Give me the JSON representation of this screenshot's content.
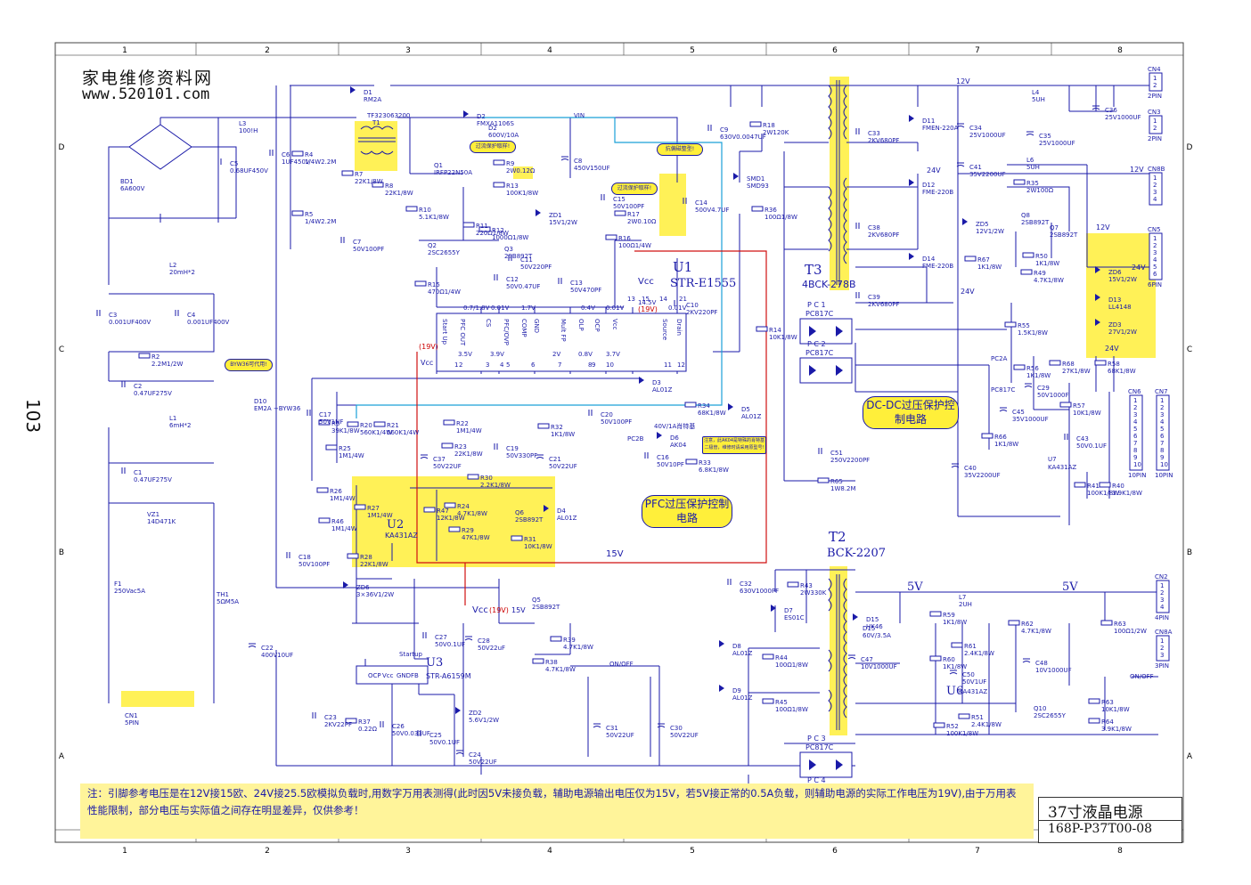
{
  "brand": {
    "name": "家电维修资料网",
    "url": "www.520101.com"
  },
  "page_number": "103",
  "frame": {
    "col_labels": [
      "1",
      "2",
      "3",
      "4",
      "5",
      "6",
      "7",
      "8"
    ],
    "row_labels": [
      "D",
      "C",
      "B",
      "A"
    ]
  },
  "title_block": {
    "title": "37寸液晶电源",
    "code": "168P-P37T00-08"
  },
  "note": "注：引脚参考电压是在12V接15欧、24V接25.5欧模拟负载时,用数字万用表测得(此时因5V未接负载，辅助电源输出电压仅为15V，若5V接正常的0.5A负载，则辅助电源的实际工作电压为19V),由于万用表性能限制，部分电压与实际值之间存在明显差异，仅供参考！",
  "callouts": {
    "pfc": "PFC过压保护控制电路",
    "dcdc": "DC-DC过压保护控制电路",
    "overcurrent1": "过流保护取样!",
    "overcurrent2": "过流保护取样!",
    "antijamming": "抗偏磁整型!",
    "byw36": "BYW36可代用!",
    "d6note": "注意，此AK04是特殊的肖特基二极管，维修时请采用原型号!"
  },
  "ics": {
    "u1": {
      "ref": "U1",
      "part": "STR-E1555"
    },
    "u2": {
      "ref": "U2",
      "part": "KA431AZ"
    },
    "u3": {
      "ref": "U3",
      "part": "STR-A6159M"
    },
    "u6": {
      "ref": "U6",
      "part": "KA431AZ"
    },
    "u7": {
      "ref": "U7",
      "part": "KA431AZ"
    }
  },
  "transformers": {
    "t1": {
      "ref": "T1",
      "part": "TF323063200"
    },
    "t2": {
      "ref": "T2",
      "part": "BCK-2207"
    },
    "t3": {
      "ref": "T3",
      "part": "4BCK-278B"
    }
  },
  "optos": [
    {
      "ref": "P C 1",
      "part": "PC817C"
    },
    {
      "ref": "P C 2",
      "part": "PC817C"
    },
    {
      "ref": "P C 3",
      "part": "PC817C"
    },
    {
      "ref": "P C 4",
      "part": "PC817C"
    }
  ],
  "u1_pins": [
    "Start Up",
    "PFC OUT",
    "CS",
    "PFC/OVP",
    "COMP",
    "GND",
    "Mult FP",
    "OLP",
    "OCP",
    "Vcc",
    "Source",
    "Drain"
  ],
  "u1_pin_nums": [
    "1",
    "2",
    "3",
    "4",
    "5",
    "6",
    "7",
    "8",
    "9",
    "10",
    "11",
    "12",
    "13",
    "14",
    "15",
    "21"
  ],
  "u1_pin_volts": [
    "0.7/1.8V",
    "0.01V",
    "1.7V",
    "0.4V",
    "0.01V",
    "14.5V",
    "3.5V",
    "3.9V",
    "2V",
    "0.8V",
    "3.7V",
    "0.01V"
  ],
  "u3_pins": [
    "OCP",
    "Vcc",
    "GND",
    "FB"
  ],
  "voltages": {
    "v12": "12V",
    "v24": "24V",
    "v5": "5V",
    "v15": "15V",
    "vcc": "Vcc",
    "vcc19": "(19V)",
    "vcc15": "15V",
    "vin": "VIN"
  },
  "components": [
    {
      "ref": "D1",
      "val": "RM2A"
    },
    {
      "ref": "D2",
      "val": "FMXA1106S"
    },
    {
      "ref": "D2v",
      "val": "600V/10A"
    },
    {
      "ref": "L3",
      "val": "100!H"
    },
    {
      "ref": "C5",
      "val": "0.68UF450V"
    },
    {
      "ref": "C6",
      "val": "1UF450V"
    },
    {
      "ref": "BD1",
      "val": "6A600V"
    },
    {
      "ref": "R4",
      "val": "1/4W2.2M"
    },
    {
      "ref": "R5",
      "val": "1/4W2.2M"
    },
    {
      "ref": "R7",
      "val": "22K1/8W"
    },
    {
      "ref": "R8",
      "val": "22K1/8W"
    },
    {
      "ref": "C7",
      "val": "50V100PF"
    },
    {
      "ref": "Q1",
      "val": "IRFP22N50A"
    },
    {
      "ref": "R9",
      "val": "2W0.12Ω"
    },
    {
      "ref": "C8",
      "val": "450V150UF"
    },
    {
      "ref": "R13",
      "val": "100K1/8W"
    },
    {
      "ref": "ZD1",
      "val": "15V1/2W"
    },
    {
      "ref": "R12",
      "val": "1000Ω1/8W"
    },
    {
      "ref": "R10",
      "val": "5.1K1/8W"
    },
    {
      "ref": "R11",
      "val": "220Ω1/8W"
    },
    {
      "ref": "Q2",
      "val": "2SC2655Y"
    },
    {
      "ref": "Q3",
      "val": "2SB892T"
    },
    {
      "ref": "R15",
      "val": "470Ω1/4W"
    },
    {
      "ref": "C12",
      "val": "50V0.47UF"
    },
    {
      "ref": "C11",
      "val": "50V220PF"
    },
    {
      "ref": "C13",
      "val": "50V470PF"
    },
    {
      "ref": "C15",
      "val": "50V100PF"
    },
    {
      "ref": "R17",
      "val": "2W0.10Ω"
    },
    {
      "ref": "R16",
      "val": "100Ω1/4W"
    },
    {
      "ref": "C14",
      "val": "500V4.7UF"
    },
    {
      "ref": "C10",
      "val": "2KV220PF"
    },
    {
      "ref": "C9",
      "val": "630V0.0047UF"
    },
    {
      "ref": "R18",
      "val": "2W120K"
    },
    {
      "ref": "SMD1",
      "val": "SMD93"
    },
    {
      "ref": "R36",
      "val": "100Ω1/8W"
    },
    {
      "ref": "R14",
      "val": "10K1/8W"
    },
    {
      "ref": "L2",
      "val": "20mH*2"
    },
    {
      "ref": "C3",
      "val": "0.001UF400V"
    },
    {
      "ref": "C4",
      "val": "0.001UF400V"
    },
    {
      "ref": "R2",
      "val": "2.2M1/2W"
    },
    {
      "ref": "C2",
      "val": "0.47UF275V"
    },
    {
      "ref": "L1",
      "val": "6mH*2"
    },
    {
      "ref": "C1",
      "val": "0.47UF275V"
    },
    {
      "ref": "VZ1",
      "val": "14D471K"
    },
    {
      "ref": "F1",
      "val": "250Vac5A"
    },
    {
      "ref": "TH1",
      "val": "5ΩM5A"
    },
    {
      "ref": "CN1",
      "val": "5PIN"
    },
    {
      "ref": "D10",
      "val": "EM2A +BYW36"
    },
    {
      "ref": "C22",
      "val": "400V10UF"
    },
    {
      "ref": "C17",
      "val": "50V1NF"
    },
    {
      "ref": "R6",
      "val": "39K1/8W"
    },
    {
      "ref": "R20",
      "val": "560K1/4W"
    },
    {
      "ref": "R21",
      "val": "560K1/4W"
    },
    {
      "ref": "R22",
      "val": "1M1/4W"
    },
    {
      "ref": "R25",
      "val": "1M1/4W"
    },
    {
      "ref": "C37",
      "val": "50V22UF"
    },
    {
      "ref": "R23",
      "val": "22K1/8W"
    },
    {
      "ref": "C19",
      "val": "50V330PF"
    },
    {
      "ref": "D3",
      "val": "AL01Z"
    },
    {
      "ref": "R32",
      "val": "1K1/8W"
    },
    {
      "ref": "C21",
      "val": "50V22UF"
    },
    {
      "ref": "C20",
      "val": "50V100PF"
    },
    {
      "ref": "R34",
      "val": "68K1/8W"
    },
    {
      "ref": "D5",
      "val": "AL01Z"
    },
    {
      "ref": "D6",
      "val": "AK04"
    },
    {
      "ref": "C16",
      "val": "50V10PF"
    },
    {
      "ref": "R33",
      "val": "6.8K1/8W"
    },
    {
      "ref": "R26",
      "val": "1M1/4W"
    },
    {
      "ref": "R27",
      "val": "1M1/4W"
    },
    {
      "ref": "R46",
      "val": "1M1/4W"
    },
    {
      "ref": "R28",
      "val": "22K1/8W"
    },
    {
      "ref": "C18",
      "val": "50V100PF"
    },
    {
      "ref": "R30",
      "val": "2.2K1/8W"
    },
    {
      "ref": "R24",
      "val": "4.7K1/8W"
    },
    {
      "ref": "R47",
      "val": "12K1/8W"
    },
    {
      "ref": "R29",
      "val": "47K1/8W"
    },
    {
      "ref": "Q6",
      "val": "2SB892T"
    },
    {
      "ref": "R31",
      "val": "10K1/8W"
    },
    {
      "ref": "D4",
      "val": "AL01Z"
    },
    {
      "ref": "C51",
      "val": "250V2200PF"
    },
    {
      "ref": "R65",
      "val": "1W8.2M"
    },
    {
      "ref": "D11",
      "val": "FMEN-220A"
    },
    {
      "ref": "C33",
      "val": "2KV680PF"
    },
    {
      "ref": "D12",
      "val": "FME-220B"
    },
    {
      "ref": "C38",
      "val": "2KV680PF"
    },
    {
      "ref": "D14",
      "val": "FME-220B"
    },
    {
      "ref": "C39",
      "val": "2KV680PF"
    },
    {
      "ref": "C34",
      "val": "25V1000UF"
    },
    {
      "ref": "C41",
      "val": "35V2200UF"
    },
    {
      "ref": "L4",
      "val": "5UH"
    },
    {
      "ref": "C35",
      "val": "25V1000UF"
    },
    {
      "ref": "C36",
      "val": "25V1000UF"
    },
    {
      "ref": "L6",
      "val": "5UH"
    },
    {
      "ref": "R35",
      "val": "2W100Ω"
    },
    {
      "ref": "ZD5",
      "val": "12V1/2W"
    },
    {
      "ref": "Q8",
      "val": "2SB892T"
    },
    {
      "ref": "Q7",
      "val": "2SB892T"
    },
    {
      "ref": "R67",
      "val": "1K1/8W"
    },
    {
      "ref": "R50",
      "val": "1K1/8W"
    },
    {
      "ref": "R49",
      "val": "4.7K1/8W"
    },
    {
      "ref": "ZD6",
      "val": "15V1/2W"
    },
    {
      "ref": "D13",
      "val": "LL4148"
    },
    {
      "ref": "ZD3",
      "val": "27V1/2W"
    },
    {
      "ref": "R55",
      "val": "1.5K1/8W"
    },
    {
      "ref": "R56",
      "val": "1K1/8W"
    },
    {
      "ref": "R68",
      "val": "27K1/8W"
    },
    {
      "ref": "R58",
      "val": "68K1/8W"
    },
    {
      "ref": "C29",
      "val": "50V1000F"
    },
    {
      "ref": "C45",
      "val": "35V1000UF"
    },
    {
      "ref": "R57",
      "val": "10K1/8W"
    },
    {
      "ref": "C43",
      "val": "50V0.1UF"
    },
    {
      "ref": "R66",
      "val": "1K1/8W"
    },
    {
      "ref": "C40",
      "val": "35V2200UF"
    },
    {
      "ref": "R41",
      "val": "100K1/8W"
    },
    {
      "ref": "R40",
      "val": "3.9K1/8W"
    },
    {
      "ref": "C32",
      "val": "630V1000PF"
    },
    {
      "ref": "R43",
      "val": "2W330K"
    },
    {
      "ref": "D7",
      "val": "ES01C"
    },
    {
      "ref": "D15",
      "val": "HK46"
    },
    {
      "ref": "D15v",
      "val": "60V/3.5A"
    },
    {
      "ref": "L7",
      "val": "2UH"
    },
    {
      "ref": "R59",
      "val": "1K1/8W"
    },
    {
      "ref": "R62",
      "val": "4.7K1/8W"
    },
    {
      "ref": "R63",
      "val": "100Ω1/2W"
    },
    {
      "ref": "D8",
      "val": "AL01Z"
    },
    {
      "ref": "R44",
      "val": "100Ω1/8W"
    },
    {
      "ref": "D9",
      "val": "AL01Z"
    },
    {
      "ref": "R45",
      "val": "100Ω1/8W"
    },
    {
      "ref": "C47",
      "val": "10V1000UF"
    },
    {
      "ref": "R61",
      "val": "2.4K1/8W"
    },
    {
      "ref": "R60",
      "val": "1K1/8W"
    },
    {
      "ref": "C50",
      "val": "50V1UF"
    },
    {
      "ref": "R51",
      "val": "2.4K1/8W"
    },
    {
      "ref": "R52",
      "val": "100K1/8W"
    },
    {
      "ref": "C48",
      "val": "10V1000UF"
    },
    {
      "ref": "Q10",
      "val": "2SC2655Y"
    },
    {
      "ref": "R63b",
      "val": "10K1/8W"
    },
    {
      "ref": "R64",
      "val": "3.9K1/8W"
    },
    {
      "ref": "ZD6b",
      "val": "3×36V1/2W"
    },
    {
      "ref": "C27",
      "val": "50V0.1UF"
    },
    {
      "ref": "C28",
      "val": "50V22uF"
    },
    {
      "ref": "Q5",
      "val": "2SB892T"
    },
    {
      "ref": "R39",
      "val": "4.7K1/8W"
    },
    {
      "ref": "R38",
      "val": "4.7K1/8W"
    },
    {
      "ref": "C23",
      "val": "2KV22PF"
    },
    {
      "ref": "R37",
      "val": "0.22Ω"
    },
    {
      "ref": "C26",
      "val": "50V0.033UF"
    },
    {
      "ref": "C25",
      "val": "50V0.1UF"
    },
    {
      "ref": "ZD2",
      "val": "5.6V1/2W"
    },
    {
      "ref": "C24",
      "val": "50V22UF"
    },
    {
      "ref": "C31",
      "val": "50V22UF"
    },
    {
      "ref": "C30",
      "val": "50V22UF"
    }
  ],
  "connectors": [
    {
      "ref": "CN4",
      "val": "2PIN"
    },
    {
      "ref": "CN3",
      "val": "2PIN"
    },
    {
      "ref": "CN8B",
      "val": ""
    },
    {
      "ref": "CN5",
      "val": "6PIN"
    },
    {
      "ref": "CN6",
      "val": "10PIN"
    },
    {
      "ref": "CN7",
      "val": "10PIN"
    },
    {
      "ref": "CN2",
      "val": "4PIN"
    },
    {
      "ref": "CN8A",
      "val": "3PIN"
    }
  ],
  "misc_labels": {
    "onoff1": "ON/OFF",
    "onoff2": "ON/OFF",
    "startup": "Startup",
    "pc2a": "PC2A",
    "pc817c": "PC817C",
    "pc2b": "PC2B",
    "d6spec": "40V/1A肖特基"
  }
}
